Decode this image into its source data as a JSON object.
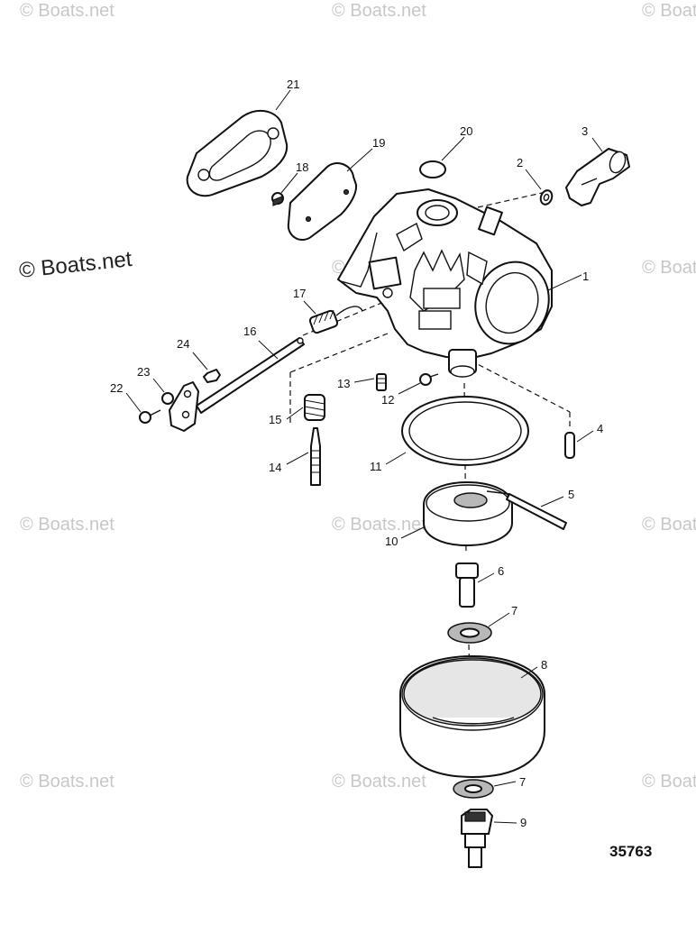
{
  "diagram": {
    "reference_number": "35763",
    "copyright": "© Boats.net",
    "watermark": "© Boats.net",
    "callouts": [
      "1",
      "2",
      "3",
      "4",
      "5",
      "6",
      "7",
      "7",
      "8",
      "9",
      "10",
      "11",
      "12",
      "13",
      "14",
      "15",
      "16",
      "17",
      "18",
      "19",
      "20",
      "21",
      "22",
      "23",
      "24"
    ]
  }
}
